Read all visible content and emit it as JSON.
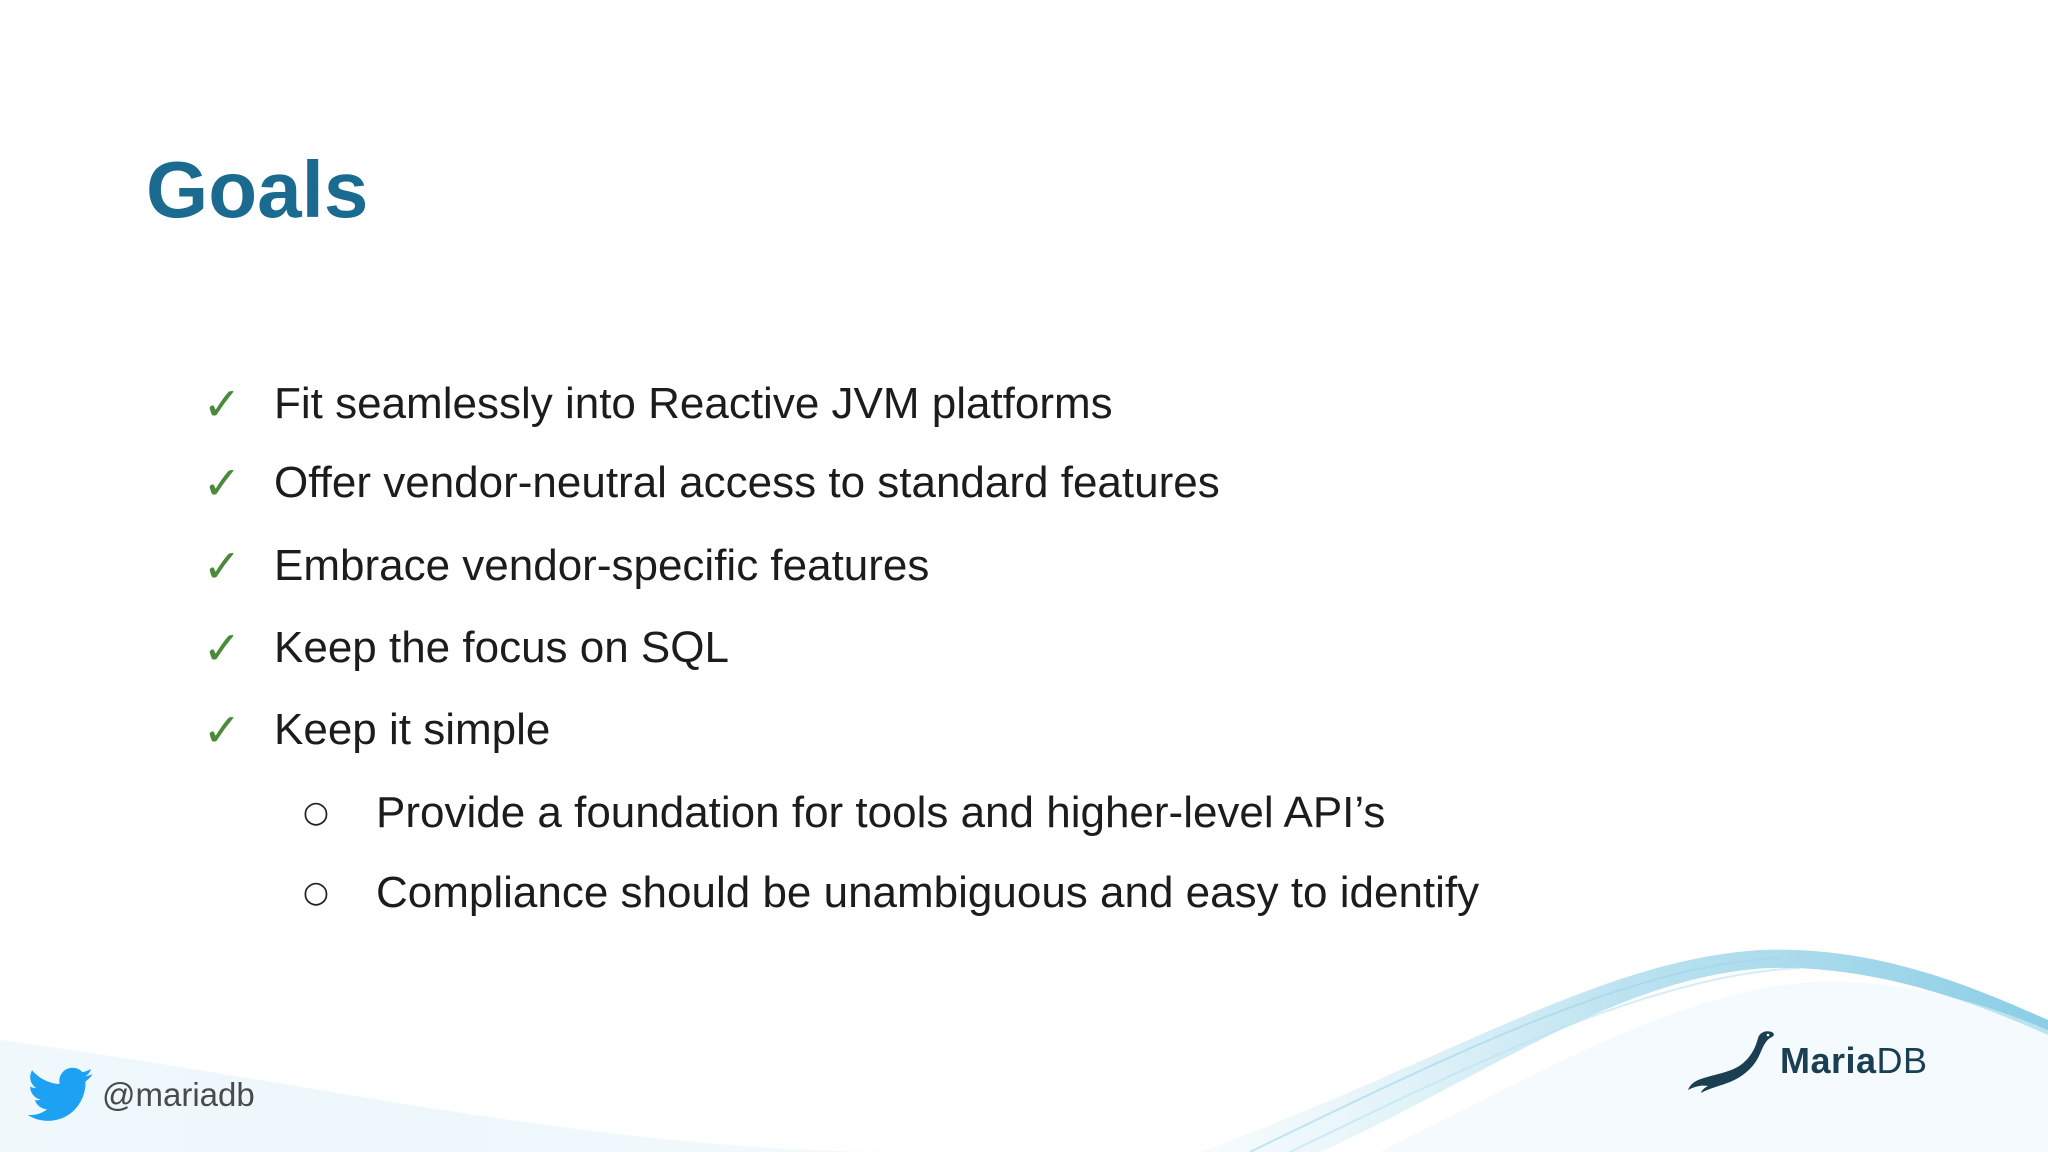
{
  "slide": {
    "title": "Goals",
    "colors": {
      "title": "#1a6b8f",
      "check": "#4a8a3a",
      "wave": "#7ec8e3",
      "logo": "#1b3f52",
      "twitter": "#1da1f2"
    },
    "items": [
      {
        "marker": "✓",
        "text": "Fit seamlessly into Reactive JVM platforms"
      },
      {
        "marker": "✓",
        "text": "Offer vendor-neutral access to standard features"
      },
      {
        "marker": "✓",
        "text": "Embrace vendor-specific features"
      },
      {
        "marker": "✓",
        "text": "Keep the focus on SQL"
      },
      {
        "marker": "✓",
        "text": "Keep it simple"
      }
    ],
    "subitems": [
      {
        "marker": "○",
        "text": "Provide a foundation for tools and higher-level API’s"
      },
      {
        "marker": "○",
        "text": "Compliance should be unambiguous and easy to identify"
      }
    ]
  },
  "footer": {
    "twitter_icon": "twitter-bird-icon",
    "twitter_handle": "@mariadb",
    "logo_icon": "seal-icon",
    "logo_text_bold": "Maria",
    "logo_text_light": "DB"
  }
}
